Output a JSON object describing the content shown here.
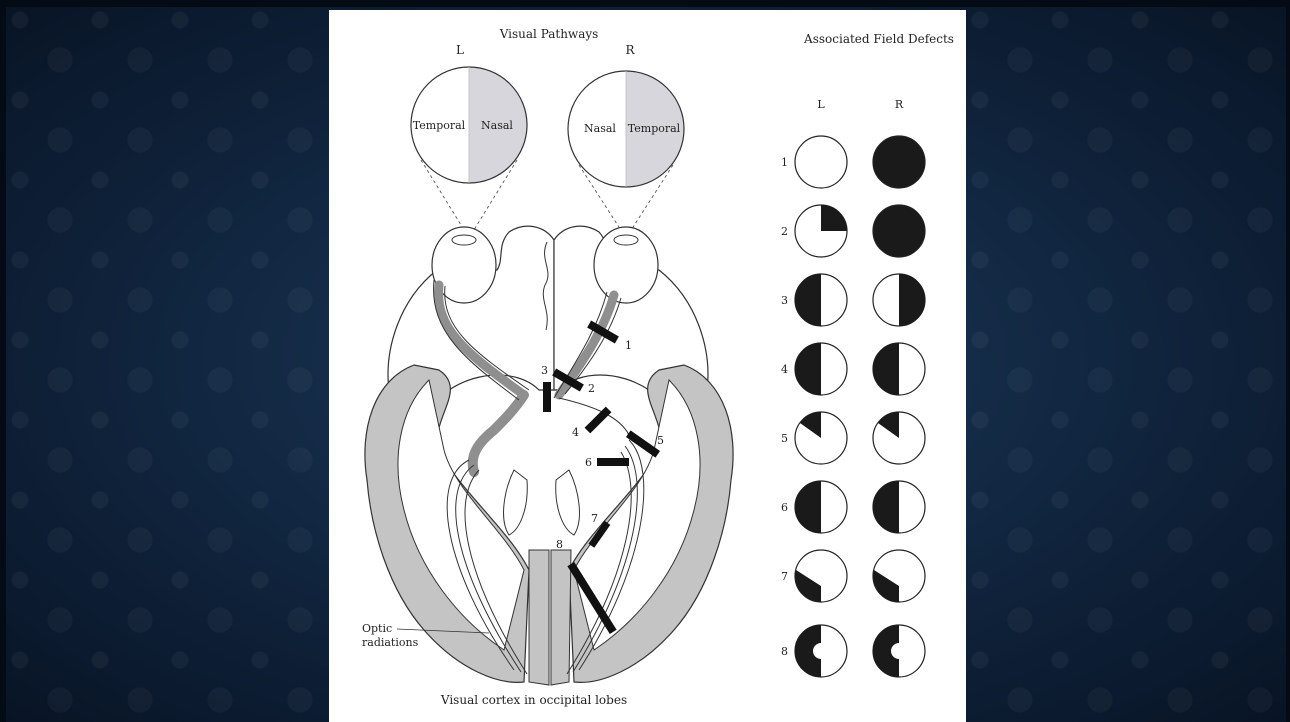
{
  "figure": {
    "title_pathways": "Visual Pathways",
    "title_defects": "Associated Field Defects",
    "eye_left_label": "L",
    "eye_right_label": "R",
    "left_eye_temporal": "Temporal",
    "left_eye_nasal": "Nasal",
    "right_eye_nasal": "Nasal",
    "right_eye_temporal": "Temporal",
    "lesion_numbers": [
      "1",
      "2",
      "3",
      "4",
      "5",
      "6",
      "7",
      "8"
    ],
    "optic_radiations_line1": "Optic",
    "optic_radiations_line2": "radiations",
    "cortex_caption": "Visual cortex in occipital lobes",
    "defects_col_left": "L",
    "defects_col_right": "R",
    "defect_rows": [
      "1",
      "2",
      "3",
      "4",
      "5",
      "6",
      "7",
      "8"
    ]
  },
  "colors": {
    "background": "#10243d",
    "figure_bg": "#ffffff",
    "tract_gray": "#8f8f8f",
    "brain_gray": "#c4c4c4",
    "nasal_gray": "#d6d6dc",
    "lesion": "#111111"
  }
}
